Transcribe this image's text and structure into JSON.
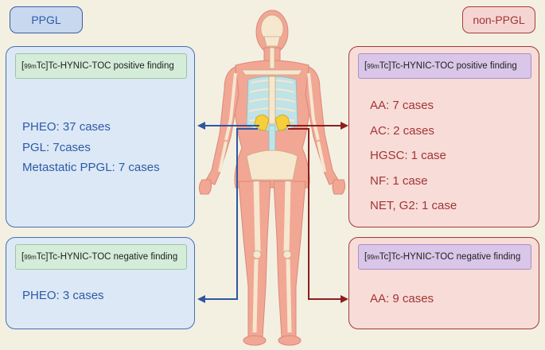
{
  "categories": {
    "ppgl": "PPGL",
    "non_ppgl": "non-PPGL"
  },
  "tracer": {
    "sup": "99m",
    "positive_suffix": "Tc]Tc-HYNIC-TOC positive finding",
    "negative_suffix": "Tc]Tc-HYNIC-TOC negative finding"
  },
  "ppgl_positive": {
    "items": [
      "PHEO: 37 cases",
      "PGL: 7cases",
      "Metastatic PPGL: 7 cases"
    ]
  },
  "ppgl_negative": {
    "items": [
      "PHEO: 3 cases"
    ]
  },
  "non_ppgl_positive": {
    "items": [
      "AA: 7 cases",
      "AC: 2 cases",
      "HGSC: 1 case",
      "NF: 1 case",
      "NET, G2: 1 case"
    ]
  },
  "non_ppgl_negative": {
    "items": [
      "AA: 9 cases"
    ]
  },
  "colors": {
    "blue_arrow": "#2f56a3",
    "red_arrow": "#8c1f1f",
    "skin": "#f2a694",
    "bone": "#f6e7cf",
    "adrenal": "#f5cf3c"
  }
}
